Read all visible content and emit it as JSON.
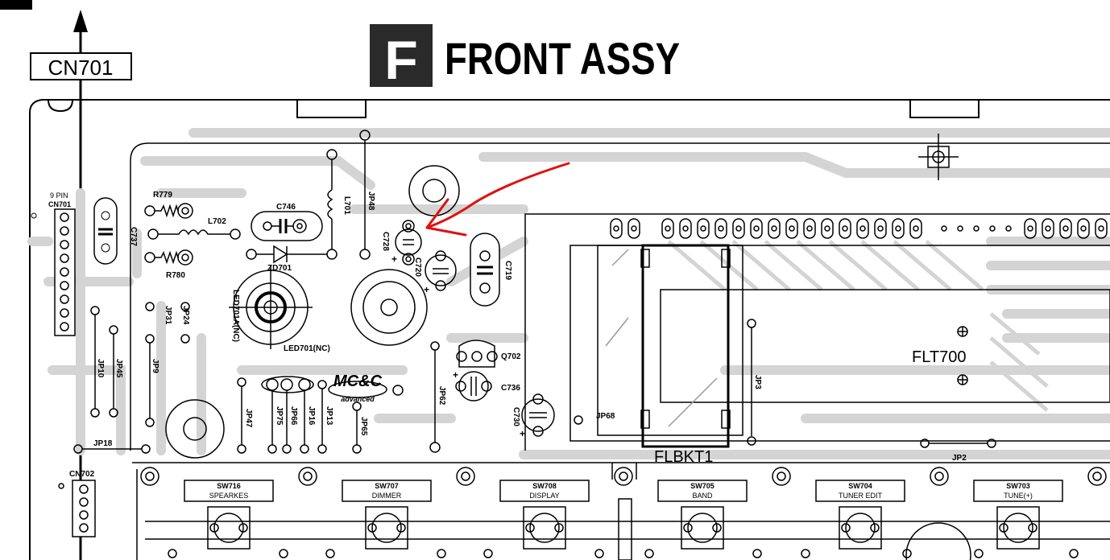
{
  "title": {
    "badge_letter": "F",
    "text": "FRONT ASSY"
  },
  "connector_top": {
    "label": "CN701"
  },
  "header_9pin": {
    "pin_count": "9 PIN",
    "name": "CN701"
  },
  "cn702": {
    "name": "CN702"
  },
  "components": {
    "r779": "R779",
    "r780": "R780",
    "l702": "L702",
    "l701": "L701",
    "c746": "C746",
    "zd701": "ZD701",
    "c737": "C737",
    "c728": "C728",
    "c720": "C720",
    "c719": "C719",
    "c736": "C736",
    "c730": "C730",
    "q702": "Q702",
    "led701a": "LED701A(NC)",
    "led701": "LED701(NC)",
    "flt700": "FLT700",
    "flbkt1": "FLBKT1"
  },
  "jumpers": {
    "jp48": "JP48",
    "jp31": "JP31",
    "jp24": "JP24",
    "jp10": "JP10",
    "jp45": "JP45",
    "jp9": "JP9",
    "jp18": "JP18",
    "jp47": "JP47",
    "jp75": "JP75",
    "jp66": "JP66",
    "jp16": "JP16",
    "jp13": "JP13",
    "jp65": "JP65",
    "jp62": "JP62",
    "jp68": "JP68",
    "jp3": "JP3",
    "jp2": "JP2"
  },
  "logo": {
    "line1": "MC&C",
    "line2": "advanced"
  },
  "switches": [
    {
      "ref": "SW716",
      "name": "SPEARKES"
    },
    {
      "ref": "SW707",
      "name": "DIMMER"
    },
    {
      "ref": "SW708",
      "name": "DISPLAY"
    },
    {
      "ref": "SW705",
      "name": "BAND"
    },
    {
      "ref": "SW704",
      "name": "TUNER EDIT"
    },
    {
      "ref": "SW703",
      "name": "TUNE(+)"
    }
  ],
  "annotation_color": "#e01010",
  "board_trace_color": "#d4d4d4"
}
